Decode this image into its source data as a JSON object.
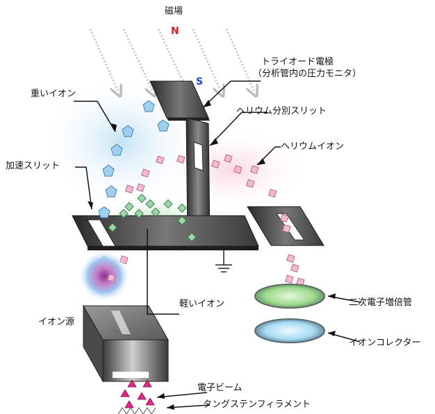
{
  "labels": {
    "magnetic_field": "磁場",
    "pole_n": "N",
    "pole_s": "S",
    "triode_gauge": "トライオード電極",
    "triode_gauge_sub": "（分析管内の圧力モニタ）",
    "heavy_ion": "重いイオン",
    "helium_slit": "ヘリウム分別スリット",
    "helium_ion": "ヘリウムイオン",
    "accel_slit": "加速スリット",
    "light_ion": "軽いイオン",
    "ion_source": "イオン源",
    "electron_multiplier": "二次電子増倍管",
    "ion_collector": "イオンコレクター",
    "electron_beam": "電子ビーム",
    "tungsten_filament": "タングステンフィラメント"
  },
  "colors": {
    "pole_n": "#e0191e",
    "pole_s": "#1f3fd0",
    "heavy_ion_fill": "#9fd0ef",
    "helium_ion_fill": "#f6b8d0",
    "light_ion_fill": "#9ed7a8",
    "electron_fill": "#e0278a",
    "multiplier": "#b6e6a8",
    "collector": "#b9e4f4"
  }
}
